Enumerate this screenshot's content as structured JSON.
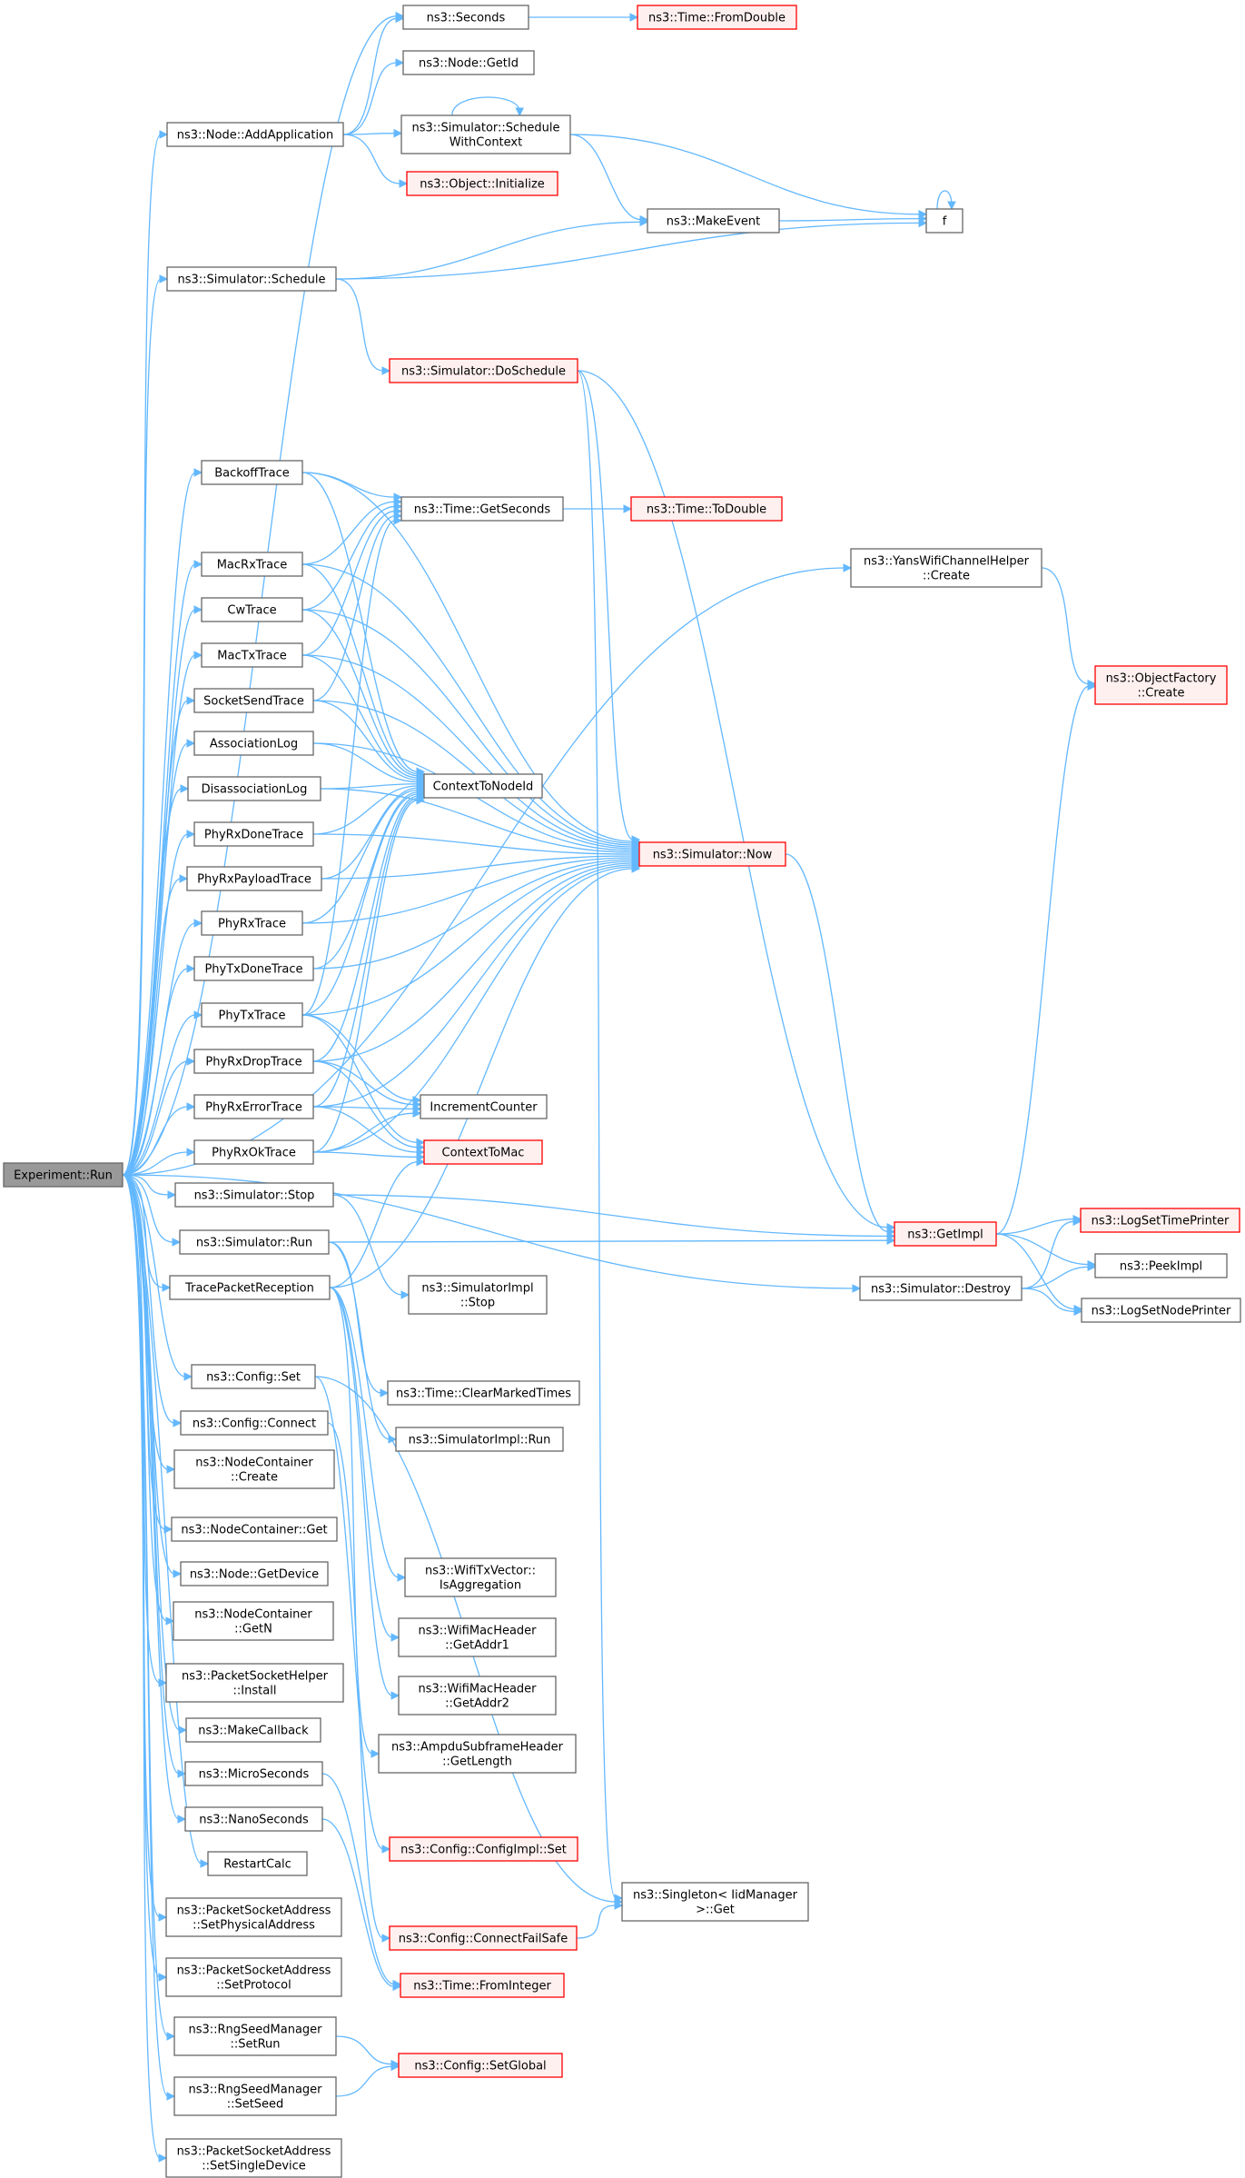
{
  "colors": {
    "edge": "#63b8ff",
    "node_fill": "#ffffff",
    "node_stroke": "#666666",
    "root_fill": "#999999",
    "root_stroke": "#666666",
    "undoc_fill": "#fff0f0",
    "undoc_stroke": "#ff0000"
  },
  "nodes": [
    {
      "id": "run",
      "lines": [
        "Experiment::Run"
      ],
      "style": "root"
    },
    {
      "id": "seconds",
      "lines": [
        "ns3::Seconds"
      ],
      "style": "normal"
    },
    {
      "id": "fromdouble",
      "lines": [
        "ns3::Time::FromDouble"
      ],
      "style": "red"
    },
    {
      "id": "getid",
      "lines": [
        "ns3::Node::GetId"
      ],
      "style": "normal"
    },
    {
      "id": "addapp",
      "lines": [
        "ns3::Node::AddApplication"
      ],
      "style": "normal"
    },
    {
      "id": "schedctx",
      "lines": [
        "ns3::Simulator::Schedule",
        "WithContext"
      ],
      "style": "normal"
    },
    {
      "id": "objinit",
      "lines": [
        "ns3::Object::Initialize"
      ],
      "style": "red"
    },
    {
      "id": "makeevent",
      "lines": [
        "ns3::MakeEvent"
      ],
      "style": "normal"
    },
    {
      "id": "f",
      "lines": [
        "f"
      ],
      "style": "normal"
    },
    {
      "id": "schedule",
      "lines": [
        "ns3::Simulator::Schedule"
      ],
      "style": "normal"
    },
    {
      "id": "doschedule",
      "lines": [
        "ns3::Simulator::DoSchedule"
      ],
      "style": "red"
    },
    {
      "id": "backoff",
      "lines": [
        "BackoffTrace"
      ],
      "style": "normal"
    },
    {
      "id": "getseconds",
      "lines": [
        "ns3::Time::GetSeconds"
      ],
      "style": "normal"
    },
    {
      "id": "todouble",
      "lines": [
        "ns3::Time::ToDouble"
      ],
      "style": "red"
    },
    {
      "id": "yans",
      "lines": [
        "ns3::YansWifiChannelHelper",
        "::Create"
      ],
      "style": "normal"
    },
    {
      "id": "macrx",
      "lines": [
        "MacRxTrace"
      ],
      "style": "normal"
    },
    {
      "id": "cw",
      "lines": [
        "CwTrace"
      ],
      "style": "normal"
    },
    {
      "id": "mactx",
      "lines": [
        "MacTxTrace"
      ],
      "style": "normal"
    },
    {
      "id": "objfactory",
      "lines": [
        "ns3::ObjectFactory",
        "::Create"
      ],
      "style": "red"
    },
    {
      "id": "socksend",
      "lines": [
        "SocketSendTrace"
      ],
      "style": "normal"
    },
    {
      "id": "assoc",
      "lines": [
        "AssociationLog"
      ],
      "style": "normal"
    },
    {
      "id": "ctxnode",
      "lines": [
        "ContextToNodeId"
      ],
      "style": "normal"
    },
    {
      "id": "disassoc",
      "lines": [
        "DisassociationLog"
      ],
      "style": "normal"
    },
    {
      "id": "phyrxdone",
      "lines": [
        "PhyRxDoneTrace"
      ],
      "style": "normal"
    },
    {
      "id": "now",
      "lines": [
        "ns3::Simulator::Now"
      ],
      "style": "red"
    },
    {
      "id": "phyrxpayload",
      "lines": [
        "PhyRxPayloadTrace"
      ],
      "style": "normal"
    },
    {
      "id": "phyrx",
      "lines": [
        "PhyRxTrace"
      ],
      "style": "normal"
    },
    {
      "id": "phytxdone",
      "lines": [
        "PhyTxDoneTrace"
      ],
      "style": "normal"
    },
    {
      "id": "phytx",
      "lines": [
        "PhyTxTrace"
      ],
      "style": "normal"
    },
    {
      "id": "phyrxdrop",
      "lines": [
        "PhyRxDropTrace"
      ],
      "style": "normal"
    },
    {
      "id": "inccounter",
      "lines": [
        "IncrementCounter"
      ],
      "style": "normal"
    },
    {
      "id": "phyrxerror",
      "lines": [
        "PhyRxErrorTrace"
      ],
      "style": "normal"
    },
    {
      "id": "ctxmac",
      "lines": [
        "ContextToMac"
      ],
      "style": "red"
    },
    {
      "id": "phyrxok",
      "lines": [
        "PhyRxOkTrace"
      ],
      "style": "normal"
    },
    {
      "id": "getimpl",
      "lines": [
        "ns3::GetImpl"
      ],
      "style": "red"
    },
    {
      "id": "logtime",
      "lines": [
        "ns3::LogSetTimePrinter"
      ],
      "style": "red"
    },
    {
      "id": "stop",
      "lines": [
        "ns3::Simulator::Stop"
      ],
      "style": "normal"
    },
    {
      "id": "simrun",
      "lines": [
        "ns3::Simulator::Run"
      ],
      "style": "normal"
    },
    {
      "id": "peekimpl",
      "lines": [
        "ns3::PeekImpl"
      ],
      "style": "normal"
    },
    {
      "id": "destroy",
      "lines": [
        "ns3::Simulator::Destroy"
      ],
      "style": "normal"
    },
    {
      "id": "tracepkt",
      "lines": [
        "TracePacketReception"
      ],
      "style": "normal"
    },
    {
      "id": "implstop",
      "lines": [
        "ns3::SimulatorImpl",
        "::Stop"
      ],
      "style": "normal"
    },
    {
      "id": "lognode",
      "lines": [
        "ns3::LogSetNodePrinter"
      ],
      "style": "normal"
    },
    {
      "id": "configset",
      "lines": [
        "ns3::Config::Set"
      ],
      "style": "normal"
    },
    {
      "id": "clearmarked",
      "lines": [
        "ns3::Time::ClearMarkedTimes"
      ],
      "style": "normal"
    },
    {
      "id": "configconnect",
      "lines": [
        "ns3::Config::Connect"
      ],
      "style": "normal"
    },
    {
      "id": "implrun",
      "lines": [
        "ns3::SimulatorImpl::Run"
      ],
      "style": "normal"
    },
    {
      "id": "nccreate",
      "lines": [
        "ns3::NodeContainer",
        "::Create"
      ],
      "style": "normal"
    },
    {
      "id": "ncget",
      "lines": [
        "ns3::NodeContainer::Get"
      ],
      "style": "normal"
    },
    {
      "id": "getdevice",
      "lines": [
        "ns3::Node::GetDevice"
      ],
      "style": "normal"
    },
    {
      "id": "isagg",
      "lines": [
        "ns3::WifiTxVector::",
        "IsAggregation"
      ],
      "style": "normal"
    },
    {
      "id": "ncgetn",
      "lines": [
        "ns3::NodeContainer",
        "::GetN"
      ],
      "style": "normal"
    },
    {
      "id": "addr1",
      "lines": [
        "ns3::WifiMacHeader",
        "::GetAddr1"
      ],
      "style": "normal"
    },
    {
      "id": "psinstall",
      "lines": [
        "ns3::PacketSocketHelper",
        "::Install"
      ],
      "style": "normal"
    },
    {
      "id": "addr2",
      "lines": [
        "ns3::WifiMacHeader",
        "::GetAddr2"
      ],
      "style": "normal"
    },
    {
      "id": "makecb",
      "lines": [
        "ns3::MakeCallback"
      ],
      "style": "normal"
    },
    {
      "id": "ampdulen",
      "lines": [
        "ns3::AmpduSubframeHeader",
        "::GetLength"
      ],
      "style": "normal"
    },
    {
      "id": "micro",
      "lines": [
        "ns3::MicroSeconds"
      ],
      "style": "normal"
    },
    {
      "id": "nano",
      "lines": [
        "ns3::NanoSeconds"
      ],
      "style": "normal"
    },
    {
      "id": "cfgimplset",
      "lines": [
        "ns3::Config::ConfigImpl::Set"
      ],
      "style": "red"
    },
    {
      "id": "restart",
      "lines": [
        "RestartCalc"
      ],
      "style": "normal"
    },
    {
      "id": "singleton",
      "lines": [
        "ns3::Singleton< IidManager",
        " >::Get"
      ],
      "style": "normal"
    },
    {
      "id": "setphys",
      "lines": [
        "ns3::PacketSocketAddress",
        "::SetPhysicalAddress"
      ],
      "style": "normal"
    },
    {
      "id": "connectfs",
      "lines": [
        "ns3::Config::ConnectFailSafe"
      ],
      "style": "red"
    },
    {
      "id": "setproto",
      "lines": [
        "ns3::PacketSocketAddress",
        "::SetProtocol"
      ],
      "style": "normal"
    },
    {
      "id": "fromint",
      "lines": [
        "ns3::Time::FromInteger"
      ],
      "style": "red"
    },
    {
      "id": "setrun",
      "lines": [
        "ns3::RngSeedManager",
        "::SetRun"
      ],
      "style": "normal"
    },
    {
      "id": "setglobal",
      "lines": [
        "ns3::Config::SetGlobal"
      ],
      "style": "red"
    },
    {
      "id": "setseed",
      "lines": [
        "ns3::RngSeedManager",
        "::SetSeed"
      ],
      "style": "normal"
    },
    {
      "id": "setsingle",
      "lines": [
        "ns3::PacketSocketAddress",
        "::SetSingleDevice"
      ],
      "style": "normal"
    }
  ],
  "edges": [
    [
      "run",
      "seconds"
    ],
    [
      "run",
      "addapp"
    ],
    [
      "run",
      "schedule"
    ],
    [
      "run",
      "yans"
    ],
    [
      "run",
      "backoff"
    ],
    [
      "run",
      "macrx"
    ],
    [
      "run",
      "cw"
    ],
    [
      "run",
      "mactx"
    ],
    [
      "run",
      "socksend"
    ],
    [
      "run",
      "assoc"
    ],
    [
      "run",
      "disassoc"
    ],
    [
      "run",
      "phyrxdone"
    ],
    [
      "run",
      "phyrxpayload"
    ],
    [
      "run",
      "phyrx"
    ],
    [
      "run",
      "phytxdone"
    ],
    [
      "run",
      "phytx"
    ],
    [
      "run",
      "phyrxdrop"
    ],
    [
      "run",
      "phyrxerror"
    ],
    [
      "run",
      "phyrxok"
    ],
    [
      "run",
      "stop"
    ],
    [
      "run",
      "simrun"
    ],
    [
      "run",
      "tracepkt"
    ],
    [
      "run",
      "destroy"
    ],
    [
      "run",
      "configset"
    ],
    [
      "run",
      "configconnect"
    ],
    [
      "run",
      "nccreate"
    ],
    [
      "run",
      "ncget"
    ],
    [
      "run",
      "getdevice"
    ],
    [
      "run",
      "ncgetn"
    ],
    [
      "run",
      "psinstall"
    ],
    [
      "run",
      "makecb"
    ],
    [
      "run",
      "micro"
    ],
    [
      "run",
      "nano"
    ],
    [
      "run",
      "restart"
    ],
    [
      "run",
      "setphys"
    ],
    [
      "run",
      "setproto"
    ],
    [
      "run",
      "setrun"
    ],
    [
      "run",
      "setseed"
    ],
    [
      "run",
      "setsingle"
    ],
    [
      "seconds",
      "fromdouble"
    ],
    [
      "addapp",
      "seconds"
    ],
    [
      "addapp",
      "getid"
    ],
    [
      "addapp",
      "schedctx"
    ],
    [
      "addapp",
      "objinit"
    ],
    [
      "schedctx",
      "schedctx"
    ],
    [
      "schedctx",
      "makeevent"
    ],
    [
      "schedctx",
      "f"
    ],
    [
      "makeevent",
      "f"
    ],
    [
      "f",
      "f"
    ],
    [
      "schedule",
      "makeevent"
    ],
    [
      "schedule",
      "f"
    ],
    [
      "schedule",
      "doschedule"
    ],
    [
      "doschedule",
      "getimpl"
    ],
    [
      "doschedule",
      "now"
    ],
    [
      "doschedule",
      "singleton"
    ],
    [
      "backoff",
      "getseconds"
    ],
    [
      "backoff",
      "ctxnode"
    ],
    [
      "backoff",
      "now"
    ],
    [
      "getseconds",
      "todouble"
    ],
    [
      "yans",
      "objfactory"
    ],
    [
      "macrx",
      "getseconds"
    ],
    [
      "macrx",
      "ctxnode"
    ],
    [
      "macrx",
      "now"
    ],
    [
      "cw",
      "getseconds"
    ],
    [
      "cw",
      "ctxnode"
    ],
    [
      "cw",
      "now"
    ],
    [
      "mactx",
      "getseconds"
    ],
    [
      "mactx",
      "ctxnode"
    ],
    [
      "mactx",
      "now"
    ],
    [
      "socksend",
      "getseconds"
    ],
    [
      "socksend",
      "ctxnode"
    ],
    [
      "socksend",
      "now"
    ],
    [
      "assoc",
      "ctxnode"
    ],
    [
      "assoc",
      "now"
    ],
    [
      "disassoc",
      "ctxnode"
    ],
    [
      "disassoc",
      "now"
    ],
    [
      "phyrxdone",
      "ctxnode"
    ],
    [
      "phyrxdone",
      "now"
    ],
    [
      "phyrxpayload",
      "ctxnode"
    ],
    [
      "phyrxpayload",
      "now"
    ],
    [
      "phyrx",
      "ctxnode"
    ],
    [
      "phyrx",
      "now"
    ],
    [
      "phytxdone",
      "ctxnode"
    ],
    [
      "phytxdone",
      "now"
    ],
    [
      "phytx",
      "getseconds"
    ],
    [
      "phytx",
      "ctxnode"
    ],
    [
      "phytx",
      "now"
    ],
    [
      "phytx",
      "inccounter"
    ],
    [
      "phytx",
      "ctxmac"
    ],
    [
      "phyrxdrop",
      "ctxnode"
    ],
    [
      "phyrxdrop",
      "now"
    ],
    [
      "phyrxdrop",
      "inccounter"
    ],
    [
      "phyrxdrop",
      "ctxmac"
    ],
    [
      "phyrxerror",
      "ctxnode"
    ],
    [
      "phyrxerror",
      "now"
    ],
    [
      "phyrxerror",
      "inccounter"
    ],
    [
      "phyrxerror",
      "ctxmac"
    ],
    [
      "phyrxok",
      "ctxnode"
    ],
    [
      "phyrxok",
      "now"
    ],
    [
      "phyrxok",
      "inccounter"
    ],
    [
      "phyrxok",
      "ctxmac"
    ],
    [
      "now",
      "getimpl"
    ],
    [
      "getimpl",
      "objfactory"
    ],
    [
      "getimpl",
      "logtime"
    ],
    [
      "getimpl",
      "peekimpl"
    ],
    [
      "getimpl",
      "lognode"
    ],
    [
      "destroy",
      "logtime"
    ],
    [
      "destroy",
      "peekimpl"
    ],
    [
      "destroy",
      "lognode"
    ],
    [
      "stop",
      "getimpl"
    ],
    [
      "stop",
      "implstop"
    ],
    [
      "simrun",
      "clearmarked"
    ],
    [
      "simrun",
      "getimpl"
    ],
    [
      "simrun",
      "implrun"
    ],
    [
      "tracepkt",
      "ctxmac"
    ],
    [
      "tracepkt",
      "now"
    ],
    [
      "tracepkt",
      "isagg"
    ],
    [
      "tracepkt",
      "addr1"
    ],
    [
      "tracepkt",
      "addr2"
    ],
    [
      "tracepkt",
      "ampdulen"
    ],
    [
      "configset",
      "cfgimplset"
    ],
    [
      "configset",
      "singleton"
    ],
    [
      "configconnect",
      "connectfs"
    ],
    [
      "micro",
      "fromint"
    ],
    [
      "nano",
      "fromint"
    ],
    [
      "connectfs",
      "singleton"
    ],
    [
      "setrun",
      "setglobal"
    ],
    [
      "setseed",
      "setglobal"
    ]
  ]
}
